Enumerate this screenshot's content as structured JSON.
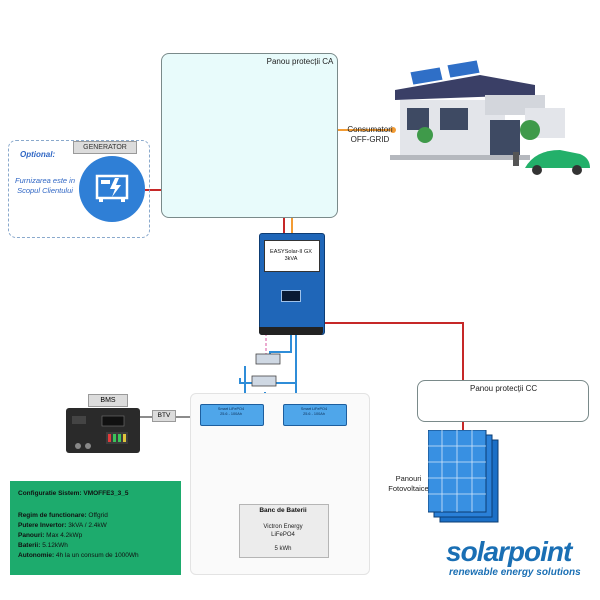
{
  "panel_ca": {
    "label": "Panou protecții CA"
  },
  "generator": {
    "tab": "GENERATOR",
    "optional": "Optional:",
    "note": "Furnizarea este in Scopul Clientului"
  },
  "consumers": {
    "label": "Consumatori OFF-GRID"
  },
  "inverter": {
    "title": "EASYSolar-II GX 3kVA"
  },
  "bms": {
    "tab": "BMS"
  },
  "btv": {
    "tab": "BTV"
  },
  "batteries": {
    "label_line1": "Smart LiFePO4",
    "label_line2": "25.6 - 100Ah"
  },
  "bank": {
    "title": "Banc de Baterii",
    "brand": "Victron Energy",
    "chem": "LiFePO4",
    "kwh": "5 kWh"
  },
  "panel_cc": {
    "label": "Panou protecții CC"
  },
  "pv": {
    "label": "Panouri Fotovoltaice"
  },
  "config": {
    "title": "Configuratie Sistem: VMOFFE3_3_5",
    "rows": [
      {
        "k": "Regim de functionare:",
        "v": " Offgrid"
      },
      {
        "k": "Putere Invertor:",
        "v": " 3kVA / 2.4kW"
      },
      {
        "k": "Panouri:",
        "v": " Max 4.2kWp"
      },
      {
        "k": "Baterii:",
        "v": " 5.12kWh"
      },
      {
        "k": "Autonomie:",
        "v": " 4h la un consum de 1000Wh"
      }
    ]
  },
  "logo": {
    "main": "solarpoint",
    "sub": "renewable energy solutions"
  },
  "colors": {
    "ac_wire": "#c62828",
    "load_wire": "#f39c34",
    "dc_wire": "#2f8dd8",
    "accent": "#1a6fb4",
    "config_bg": "#1dab6d"
  }
}
